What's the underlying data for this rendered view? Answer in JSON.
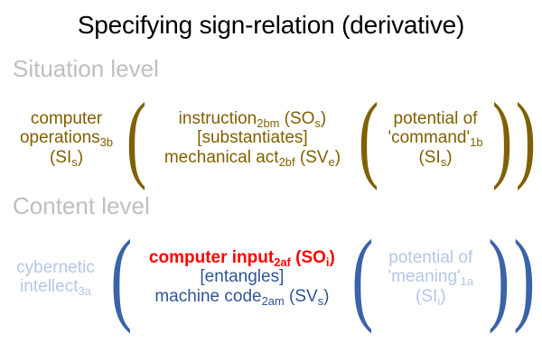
{
  "slide": {
    "title": "Specifying sign-relation (derivative)",
    "colors": {
      "title": "#000000",
      "level_caption": "#bfbfbf",
      "situation_olive": "#806000",
      "content_blue": "#2f5597",
      "content_paren_blue": "#3a63a8",
      "highlight_red": "#ff0000",
      "content_pale_blue": "#b4c7e7",
      "background": "#ffffff"
    }
  },
  "levels": [
    {
      "caption": "Situation level",
      "agent": {
        "lines": [
          "computer",
          "operations",
          "(SI",
          ")"
        ],
        "line1": "computer",
        "line2_text": "operations",
        "line2_sub": "3b",
        "line3_text": "(SI",
        "line3_sub": "s",
        "line3_tail": ")"
      },
      "nexus": {
        "source_text": "instruction",
        "source_sub": "2bm",
        "source_role_open": " (SO",
        "source_role_sub": "s",
        "source_role_close": ")",
        "relation": "[substantiates]",
        "target_text": "mechanical act",
        "target_sub": "2bf",
        "target_role_open": " (SV",
        "target_role_sub": "e",
        "target_role_close": ")"
      },
      "potential": {
        "line1": "potential of",
        "line2_text": "'command'",
        "line2_sub": "1b",
        "line3_text": "(SI",
        "line3_sub": "s",
        "line3_tail": ")"
      }
    },
    {
      "caption": "Content level",
      "agent": {
        "line1": "cybernetic",
        "line2_text": "intellect",
        "line2_sub": "3a"
      },
      "nexus": {
        "source_text": "computer input",
        "source_sub": "2af",
        "source_role_open": " (SO",
        "source_role_sub": "i",
        "source_role_close": ")",
        "relation": "[entangles]",
        "target_text": "machine code",
        "target_sub": "2am",
        "target_role_open": " (SV",
        "target_role_sub": "s",
        "target_role_close": ")"
      },
      "potential": {
        "line1": "potential of",
        "line2_text": "'meaning'",
        "line2_sub": "1a",
        "line3_text": "(SI",
        "line3_sub": "i",
        "line3_tail": ")"
      }
    }
  ],
  "delimiters": {
    "open": "(",
    "close": ")"
  }
}
